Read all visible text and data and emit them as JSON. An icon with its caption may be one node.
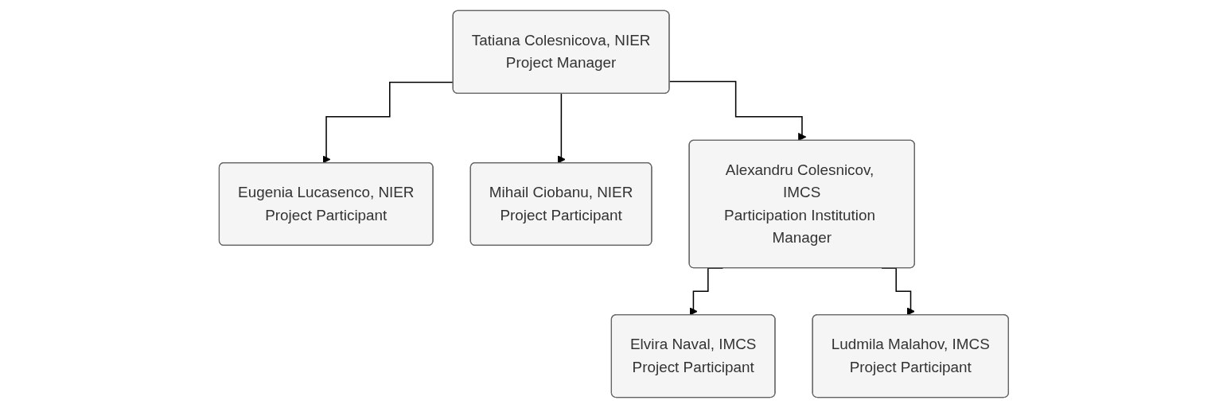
{
  "diagram": {
    "nodes": [
      {
        "text": [
          "Tatiana Colesnicova, NIER",
          "Project Manager"
        ]
      },
      {
        "text": [
          "Eugenia Lucasenco, NIER",
          "Project Participant"
        ]
      },
      {
        "text": [
          "Mihail Ciobanu, NIER",
          "Project Participant"
        ]
      },
      {
        "text": [
          "Alexandru Colesnicov, IMCS",
          "Participation Institution Manager"
        ]
      },
      {
        "text": [
          "Elvira Naval, IMCS",
          "Project Participant"
        ]
      },
      {
        "text": [
          "Ludmila Malahov, IMCS",
          "Project Participant"
        ]
      }
    ],
    "edges": [
      {
        "from": 0,
        "to": 1,
        "arrow": "to"
      },
      {
        "from": 0,
        "to": 2,
        "arrow": "to"
      },
      {
        "from": 0,
        "to": 3,
        "arrow": "to"
      },
      {
        "from": 3,
        "to": 4,
        "arrow": "to"
      },
      {
        "from": 3,
        "to": 5,
        "arrow": "to"
      }
    ]
  }
}
